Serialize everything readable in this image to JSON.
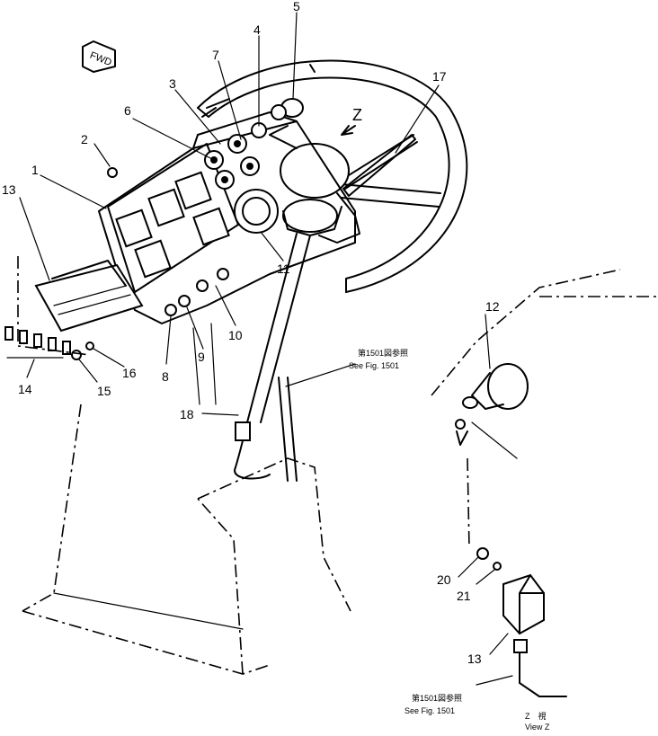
{
  "fwd_text": "FWD",
  "view_letter": "Z",
  "callouts": [
    {
      "id": "c1",
      "text": "1"
    },
    {
      "id": "c2",
      "text": "2"
    },
    {
      "id": "c3",
      "text": "3"
    },
    {
      "id": "c4",
      "text": "4"
    },
    {
      "id": "c5",
      "text": "5"
    },
    {
      "id": "c6",
      "text": "6"
    },
    {
      "id": "c7",
      "text": "7"
    },
    {
      "id": "c8",
      "text": "8"
    },
    {
      "id": "c9",
      "text": "9"
    },
    {
      "id": "c10",
      "text": "10"
    },
    {
      "id": "c11",
      "text": "11"
    },
    {
      "id": "c12",
      "text": "12"
    },
    {
      "id": "c13a",
      "text": "13"
    },
    {
      "id": "c13b",
      "text": "13"
    },
    {
      "id": "c14",
      "text": "14"
    },
    {
      "id": "c15",
      "text": "15"
    },
    {
      "id": "c16",
      "text": "16"
    },
    {
      "id": "c17",
      "text": "17"
    },
    {
      "id": "c18",
      "text": "18"
    },
    {
      "id": "c20",
      "text": "20"
    },
    {
      "id": "c21",
      "text": "21"
    }
  ],
  "refs": [
    {
      "id": "r1",
      "line1": "第1501図参照",
      "line2": "See Fig. 1501"
    },
    {
      "id": "r2",
      "line1": "第1501図参照",
      "line2": "See Fig. 1501"
    }
  ],
  "view": {
    "line1": "Z　視",
    "line2": "View Z"
  }
}
